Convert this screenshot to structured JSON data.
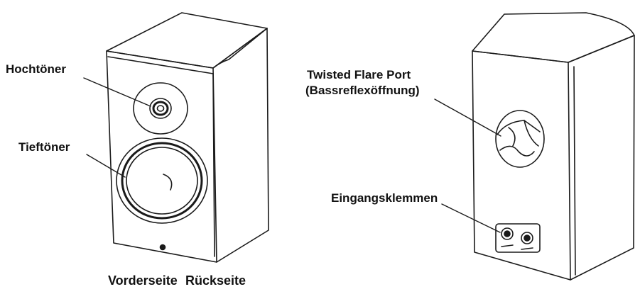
{
  "labels": {
    "tweeter": "Hochtöner",
    "woofer": "Tieftöner",
    "port_line1": "Twisted Flare Port",
    "port_line2": "(Bassreflexöffnung)",
    "terminals": "Eingangsklemmen"
  },
  "captions": {
    "front": "Vorderseite",
    "rear": "Rückseite"
  },
  "colors": {
    "line": "#1a1a1a",
    "background": "#ffffff"
  }
}
